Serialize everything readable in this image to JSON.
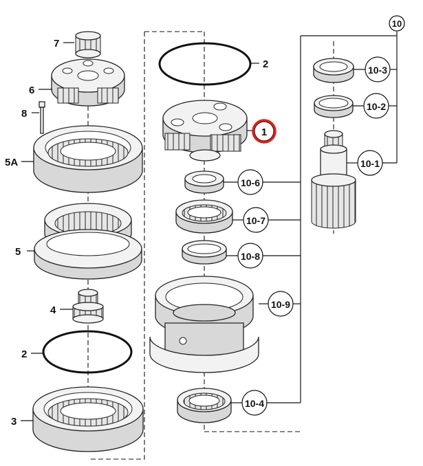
{
  "highlight_color": "#e0201c",
  "labels": {
    "p1": "1",
    "p2_top": "2",
    "p2_bottom": "2",
    "p3": "3",
    "p4": "4",
    "p5": "5",
    "p5a": "5A",
    "p6": "6",
    "p7": "7",
    "p8": "8",
    "p10": "10",
    "p10_1": "10-1",
    "p10_2": "10-2",
    "p10_3": "10-3",
    "p10_4": "10-4",
    "p10_6": "10-6",
    "p10_7": "10-7",
    "p10_8": "10-8",
    "p10_9": "10-9"
  }
}
